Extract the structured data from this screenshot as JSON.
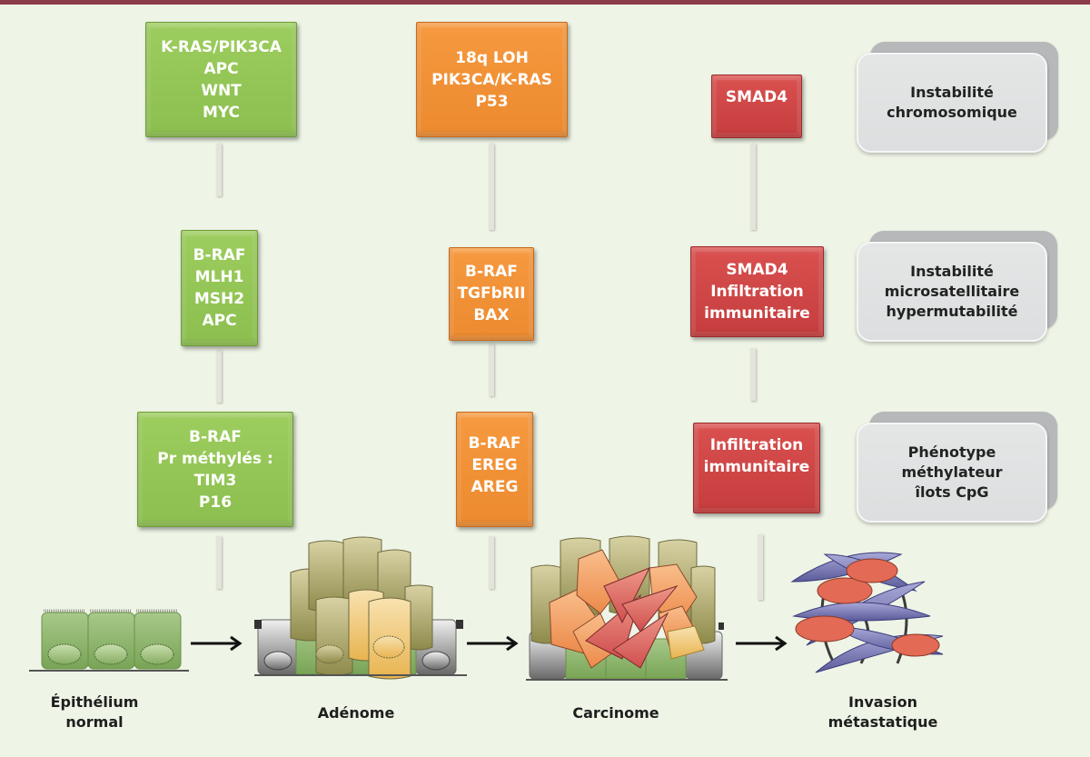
{
  "title": "Voies de la carcinogenèse colorectale",
  "colors": {
    "top_bar": "#8c3a4a",
    "background": "#eef4e6",
    "green_box": "#94c856",
    "orange_box": "#f2923a",
    "red_box": "#cf4546",
    "category_box": "#e0e2e2"
  },
  "rows": [
    {
      "category": "Instabilité\nchromosomique",
      "green": "K-RAS/PIK3CA\nAPC\nWNT\nMYC",
      "orange": "18q LOH\nPIK3CA/K-RAS\nP53",
      "red": "SMAD4"
    },
    {
      "category": "Instabilité\nmicrosatellitaire\nhypermutabilité",
      "green": "B-RAF\nMLH1\nMSH2\nAPC",
      "orange": "B-RAF\nTGFbRII\nBAX",
      "red": "SMAD4\nInfiltration\nimmunitaire"
    },
    {
      "category": "Phénotype\nméthylateur\nîlots CpG",
      "green": "B-RAF\nPr méthylés :\nTIM3\nP16",
      "orange": "B-RAF\nEREG\nAREG",
      "red": "Infiltration\nimmunitaire"
    }
  ],
  "stages": [
    {
      "label": "Épithélium\nnormal",
      "icon": "normal-epithelium-illustration"
    },
    {
      "label": "Adénome",
      "icon": "adenoma-illustration"
    },
    {
      "label": "Carcinome",
      "icon": "carcinoma-illustration"
    },
    {
      "label": "Invasion\nmétastatique",
      "icon": "metastatic-invasion-illustration"
    }
  ],
  "arrows": [
    "arrow-right-icon",
    "arrow-right-icon",
    "arrow-right-icon"
  ]
}
